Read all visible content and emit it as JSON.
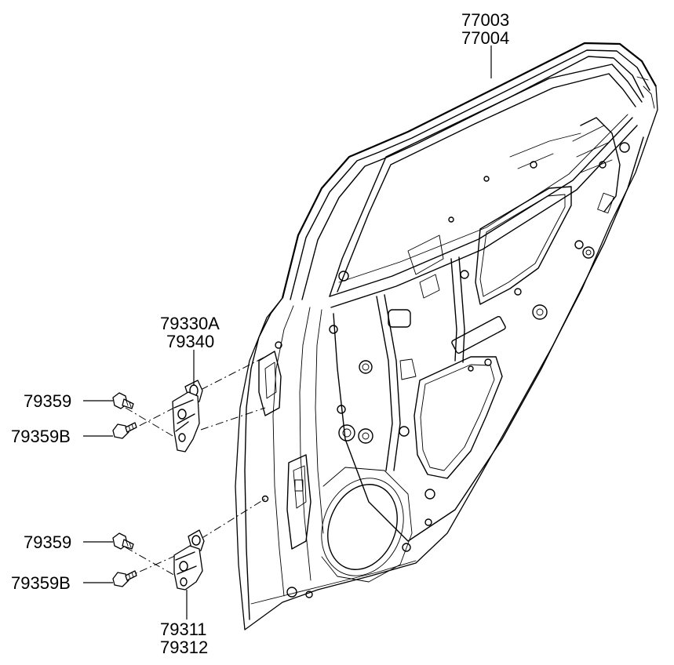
{
  "diagram": {
    "labels": {
      "frame_a": "77003",
      "frame_b": "77004",
      "upper_hinge_a": "79330A",
      "upper_hinge_b": "79340",
      "upper_bolt": "79359",
      "upper_bolt_b": "79359B",
      "lower_bolt": "79359",
      "lower_bolt_b": "79359B",
      "lower_hinge_a": "79311",
      "lower_hinge_b": "79312"
    },
    "icons": {
      "door": "rear-door-panel-icon",
      "hinge": "door-hinge-icon",
      "bolt": "hinge-bolt-icon"
    },
    "colors": {
      "line": "#000000",
      "background": "#ffffff"
    }
  }
}
